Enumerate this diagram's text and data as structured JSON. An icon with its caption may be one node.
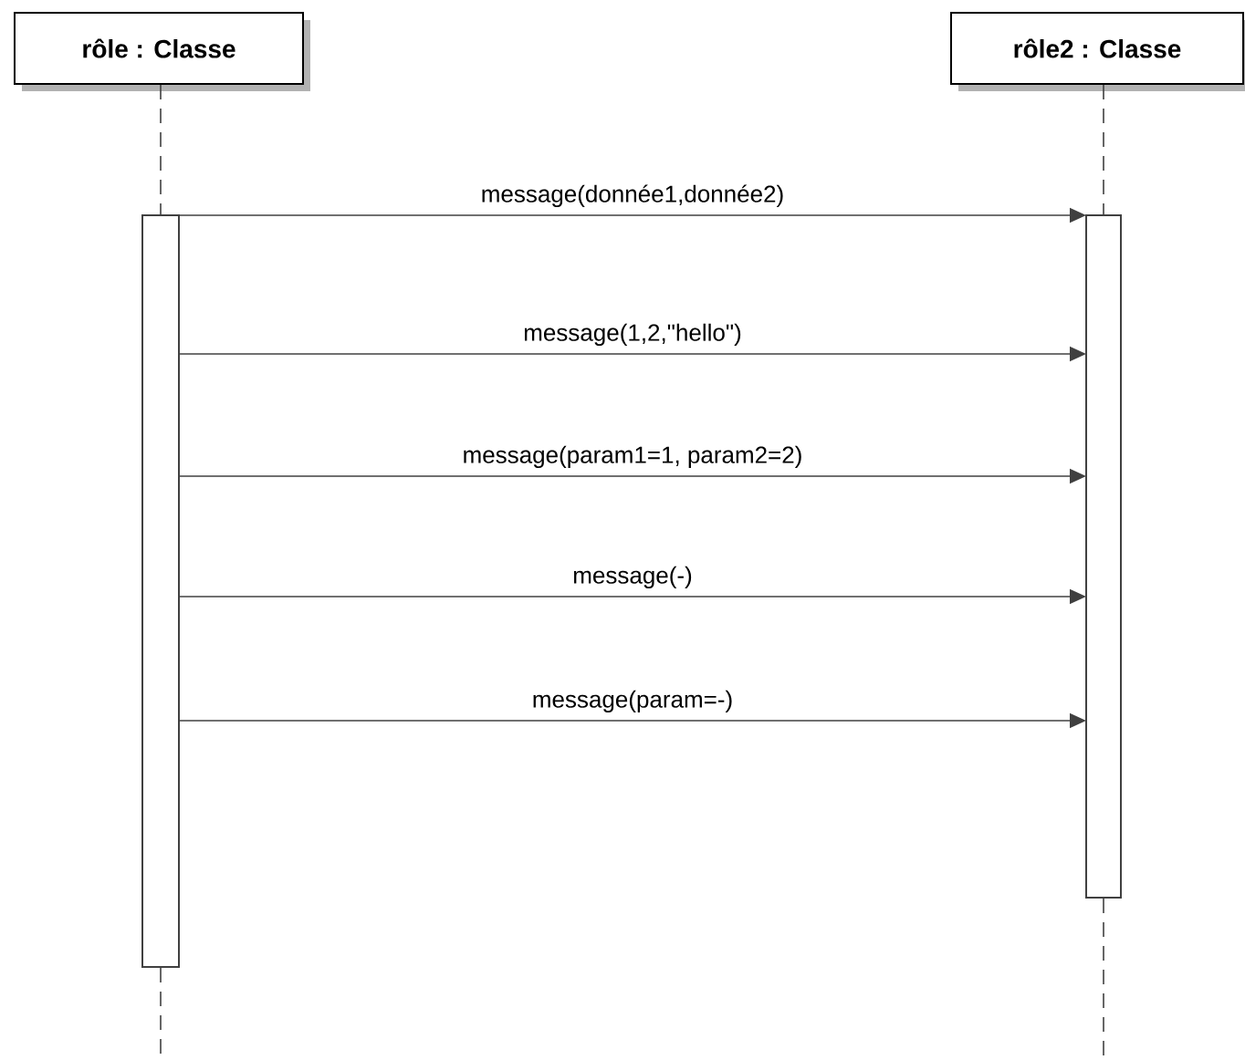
{
  "diagram": {
    "nodes": [
      {
        "text": [
          "rôle : Classe"
        ]
      },
      {
        "text": [
          "rôle2 : Classe"
        ]
      },
      {
        "text": [],
        "shape": "bar"
      },
      {
        "text": [],
        "shape": "bar"
      }
    ],
    "edges": [
      {
        "from": 2,
        "to": 3,
        "arrow": "to",
        "label": "message(donnée1,donnée2)"
      },
      {
        "from": 2,
        "to": 3,
        "arrow": "to",
        "label": "message(1,2,\"hello\")"
      },
      {
        "from": 2,
        "to": 3,
        "arrow": "to",
        "label": "message(param1=1, param2=2)"
      },
      {
        "from": 2,
        "to": 3,
        "arrow": "to",
        "label": "message(-)"
      },
      {
        "from": 2,
        "to": 3,
        "arrow": "to",
        "label": "message(param=-)"
      },
      {
        "from": 0,
        "to": 2,
        "arrow": "none",
        "style": "dashed"
      },
      {
        "from": 1,
        "to": 3,
        "arrow": "none",
        "style": "dashed"
      },
      {
        "from": 2,
        "to": null,
        "arrow": "none",
        "style": "dashed"
      },
      {
        "from": 3,
        "to": null,
        "arrow": "none",
        "style": "dashed"
      }
    ]
  }
}
